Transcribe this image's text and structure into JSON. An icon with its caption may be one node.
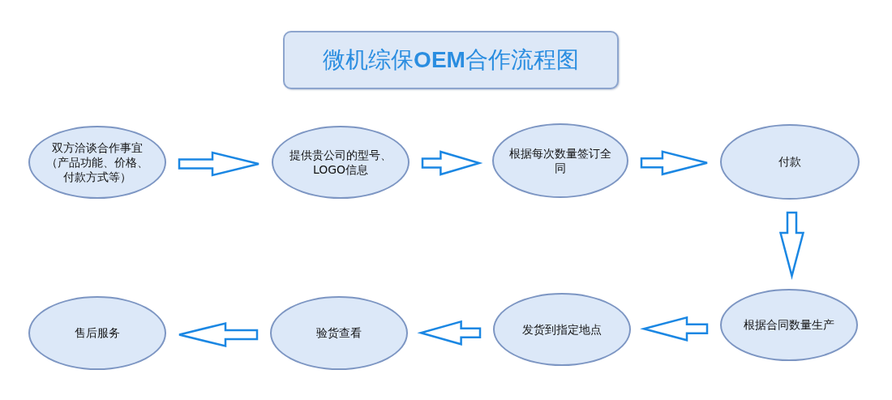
{
  "diagram": {
    "title": "微机综保**OEM**合作流程图",
    "nodes": [
      {
        "text": [
          "双方洽谈合作事宜（产品功能、价格、付款方式等）"
        ]
      },
      {
        "text": [
          "提供贵公司的型号、LOGO信息"
        ]
      },
      {
        "text": [
          "根据每次数量签订全同"
        ]
      },
      {
        "text": [
          "付款"
        ]
      },
      {
        "text": [
          "根据合同数量生产"
        ]
      },
      {
        "text": [
          "发货到指定地点"
        ]
      },
      {
        "text": [
          "验货查看"
        ]
      },
      {
        "text": [
          "售后服务"
        ]
      }
    ],
    "edges": [
      {
        "from": 0,
        "to": 1,
        "arrow": "to"
      },
      {
        "from": 1,
        "to": 2,
        "arrow": "to"
      },
      {
        "from": 2,
        "to": 3,
        "arrow": "to"
      },
      {
        "from": 3,
        "to": 4,
        "arrow": "to"
      },
      {
        "from": 4,
        "to": 5,
        "arrow": "to"
      },
      {
        "from": 5,
        "to": 6,
        "arrow": "to"
      },
      {
        "from": 6,
        "to": 7,
        "arrow": "to"
      }
    ]
  }
}
